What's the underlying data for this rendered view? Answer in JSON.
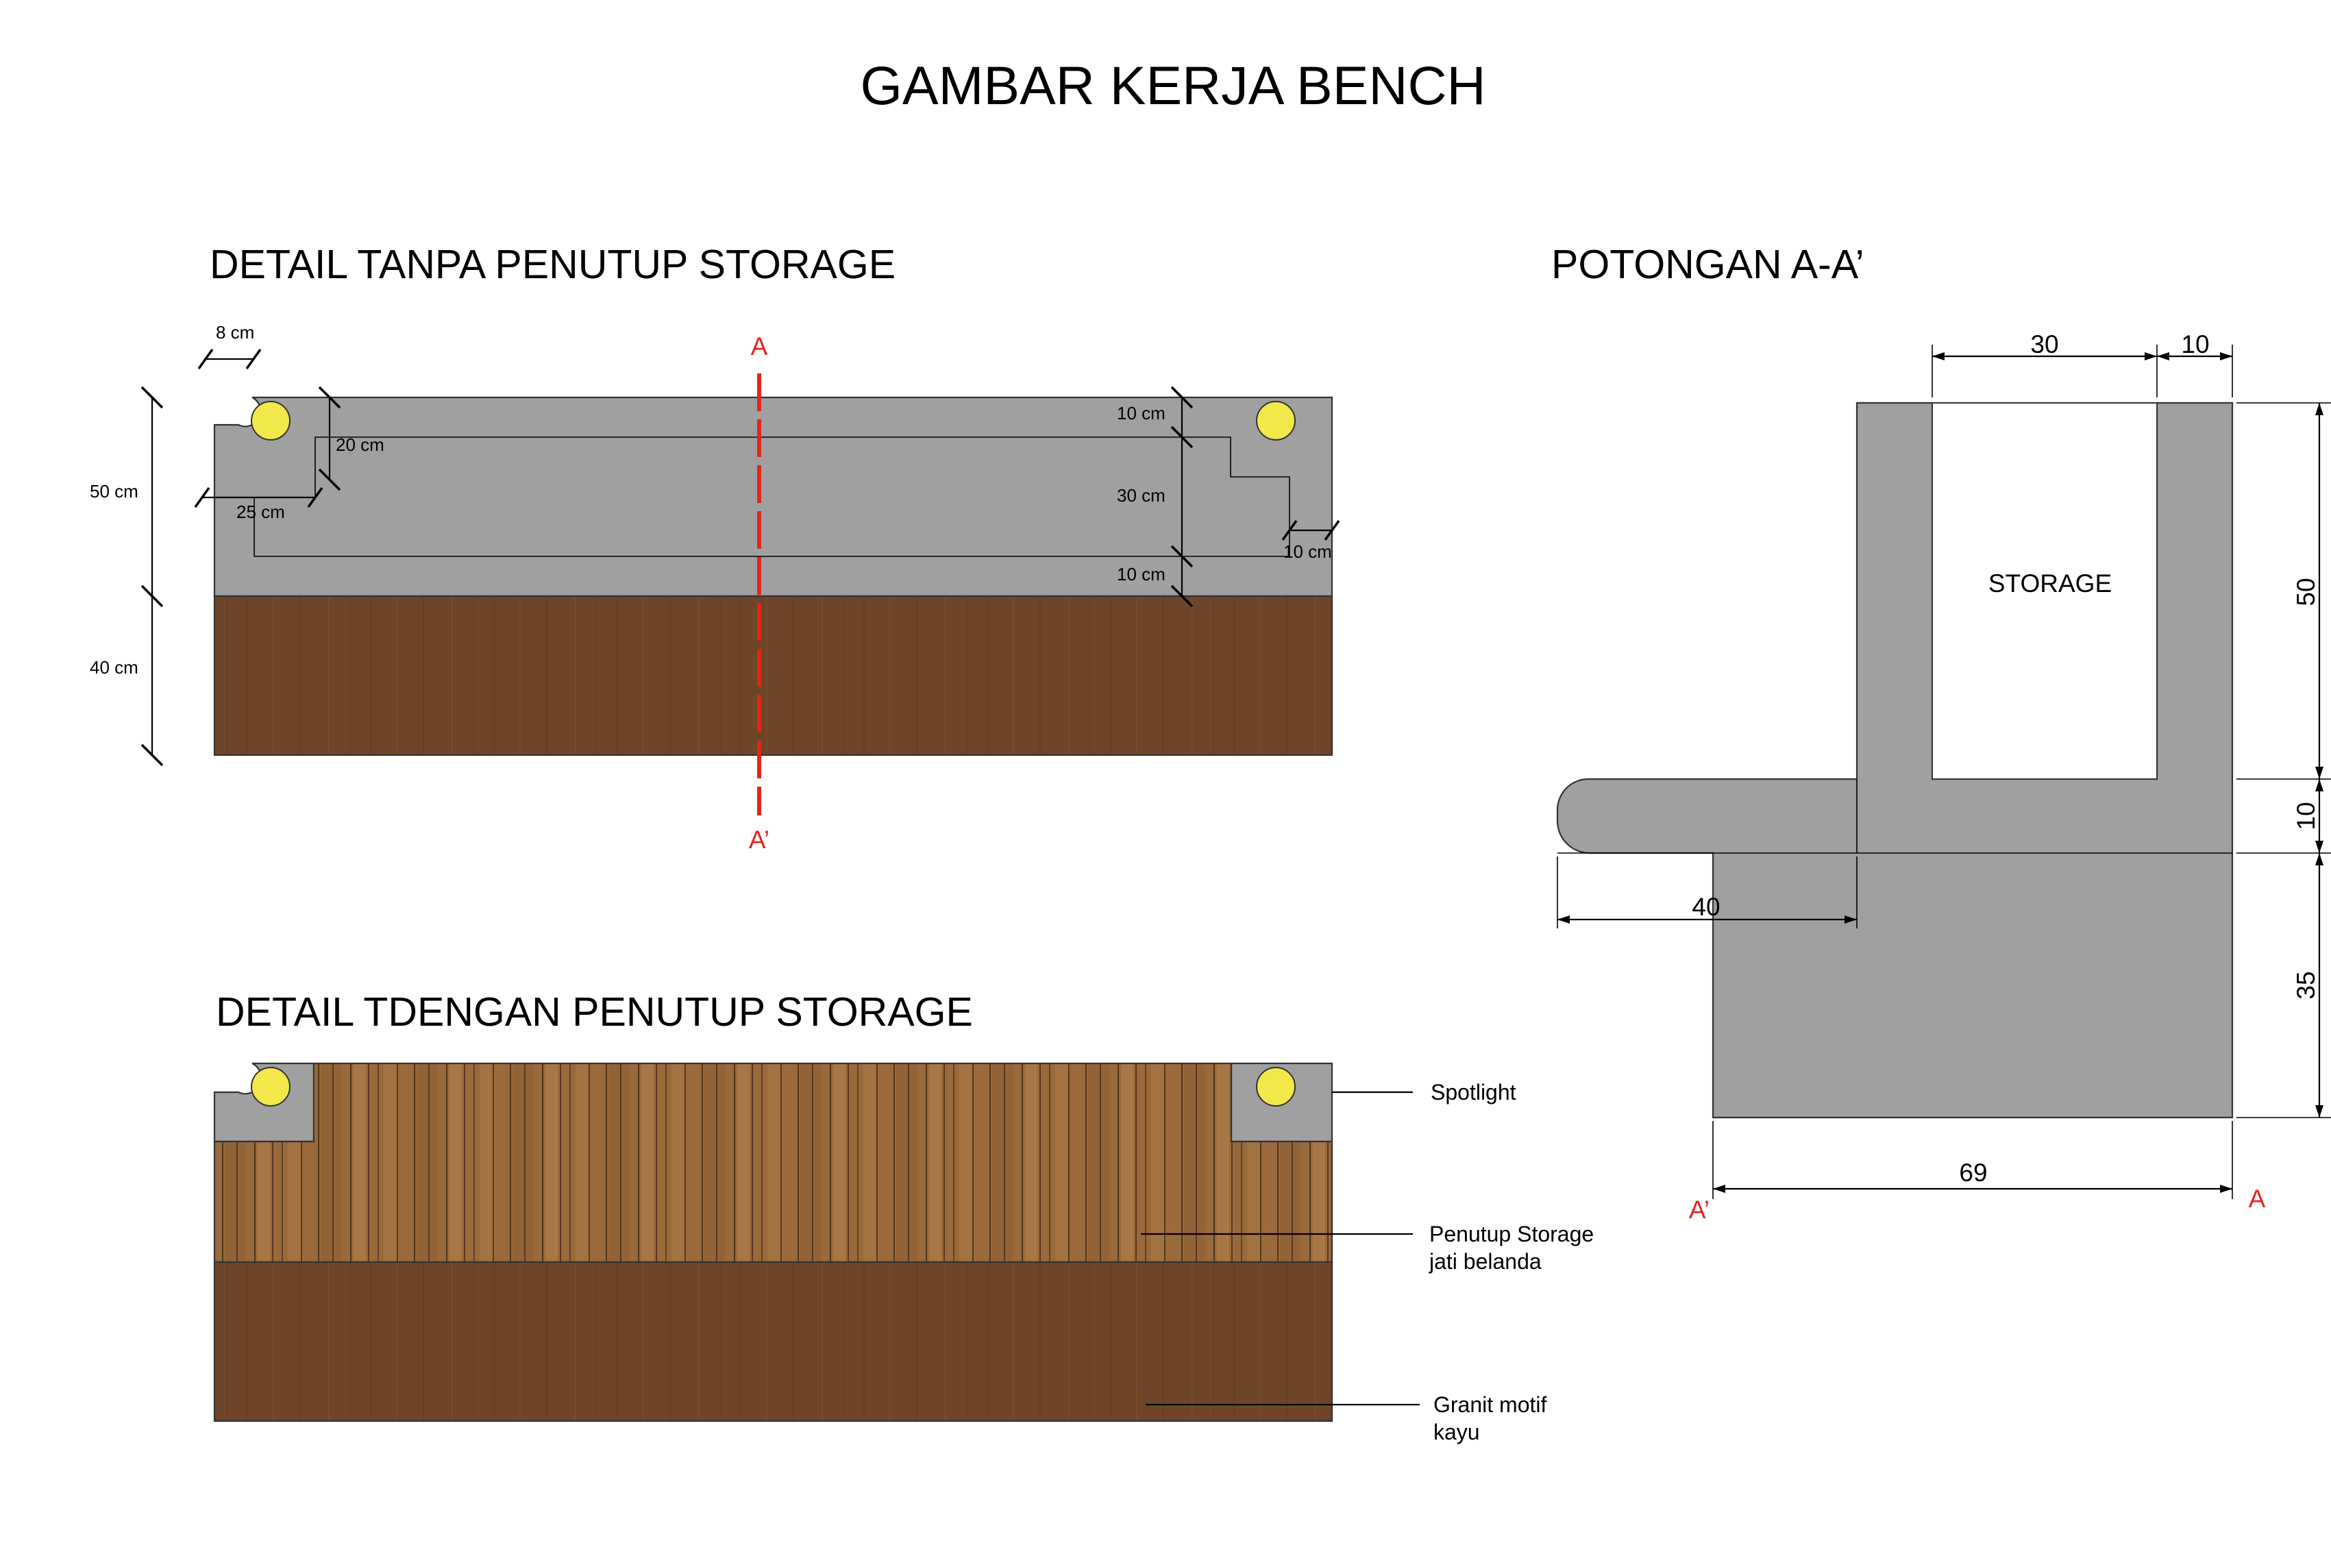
{
  "title": "GAMBAR KERJA BENCH",
  "plan_top": {
    "heading": "DETAIL TANPA PENUTUP STORAGE",
    "dims": {
      "height_upper": "50 cm",
      "height_lower": "40 cm",
      "corner": "8 cm",
      "step_v": "20 cm",
      "step_h": "25 cm",
      "right_top": "10 cm",
      "right_mid": "30 cm",
      "right_bot": "10 cm",
      "right_side": "10 cm"
    },
    "cut_top": "A",
    "cut_bottom": "A’"
  },
  "plan_bottom": {
    "heading": "DETAIL TDENGAN PENUTUP STORAGE",
    "labels": {
      "spotlight": "Spotlight",
      "cover_1": "Penutup Storage",
      "cover_2": "jati belanda",
      "granite_1": "Granit motif",
      "granite_2": "kayu"
    }
  },
  "section": {
    "heading": "POTONGAN A-A’",
    "storage": "STORAGE",
    "dims": {
      "top_storage": "30",
      "top_wall": "10",
      "right_upper": "50",
      "right_mid": "10",
      "right_lower": "35",
      "seat": "40",
      "base": "69"
    },
    "cut_left": "A’",
    "cut_right": "A"
  },
  "colors": {
    "concrete": "#a0a0a0",
    "wood_dark": "#6e4529",
    "wood_light": "#9a6a3c",
    "spotlight": "#f2e84a",
    "section_line": "#e1261c"
  }
}
